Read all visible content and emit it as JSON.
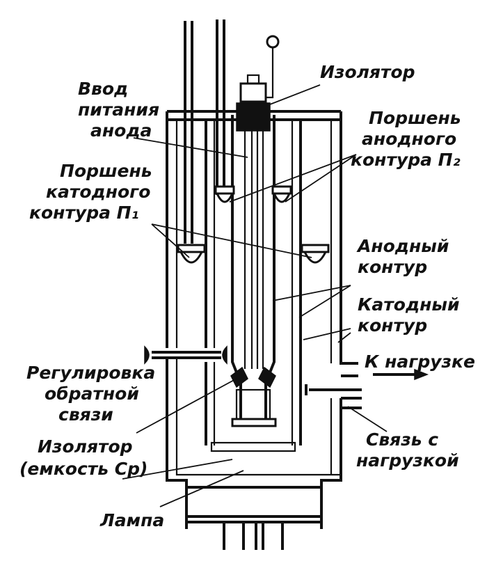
{
  "colors": {
    "ink": "#111111",
    "paper": "#ffffff"
  },
  "labels": {
    "insulator_top": "Изолятор",
    "anode_feed": [
      "Ввод",
      "питания",
      "анода"
    ],
    "anode_piston": [
      "Поршень",
      "анодного",
      "контура П₂"
    ],
    "cathode_piston": [
      "Поршень",
      "катодного",
      "контура П₁"
    ],
    "anode_circuit": [
      "Анодный",
      "контур"
    ],
    "cathode_circuit": [
      "Катодный",
      "контур"
    ],
    "to_load": "К нагрузке",
    "feedback_adjust": [
      "Регулировка",
      "обратной",
      "связи"
    ],
    "insulator_bottom": [
      "Изолятор",
      "(емкость Ср)"
    ],
    "load_coupling": [
      "Связь с",
      "нагрузкой"
    ],
    "lamp": "Лампа"
  }
}
